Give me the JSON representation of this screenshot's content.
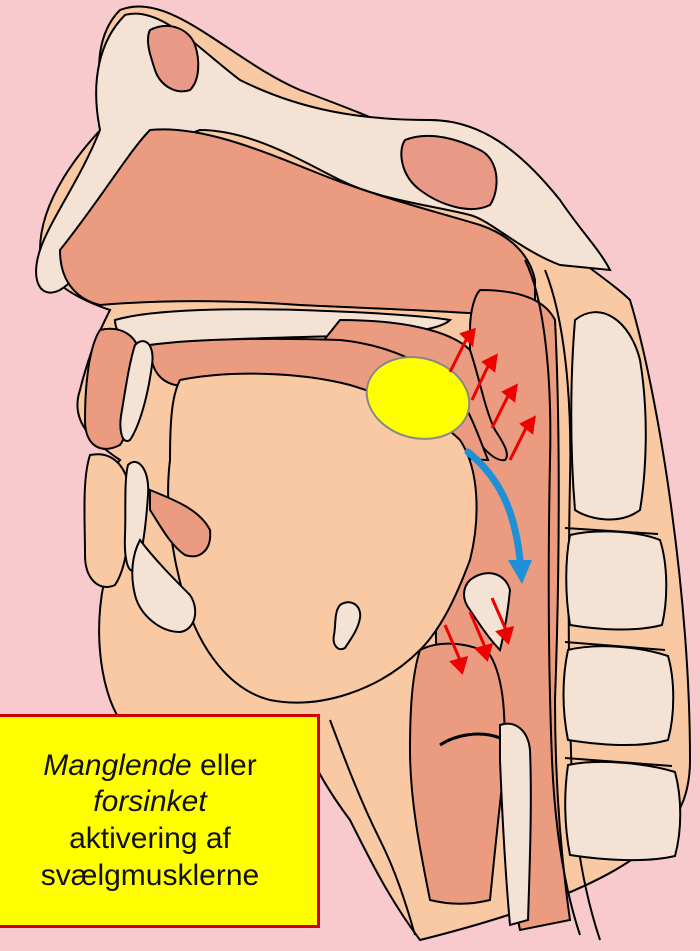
{
  "colors": {
    "background": "#f8c9cd",
    "tissue_light": "#f9c9a3",
    "tissue_dark": "#ea9b80",
    "bone": "#f4e3d4",
    "bolus": "#ffff00",
    "flow_arrow": "#1e90d8",
    "muscle_arrow": "#ee0000",
    "callout_fill": "#ffff00",
    "callout_border": "#d00000"
  },
  "callout": {
    "word1": "Manglende",
    "word2": " eller",
    "word3": "forsinket",
    "word4": "aktivering af",
    "word5": "svælgmusklerne"
  },
  "icons": {
    "bolus": "food-bolus-icon",
    "flow": "curved-arrow-down-icon",
    "muscle": "red-arrow-icon"
  }
}
